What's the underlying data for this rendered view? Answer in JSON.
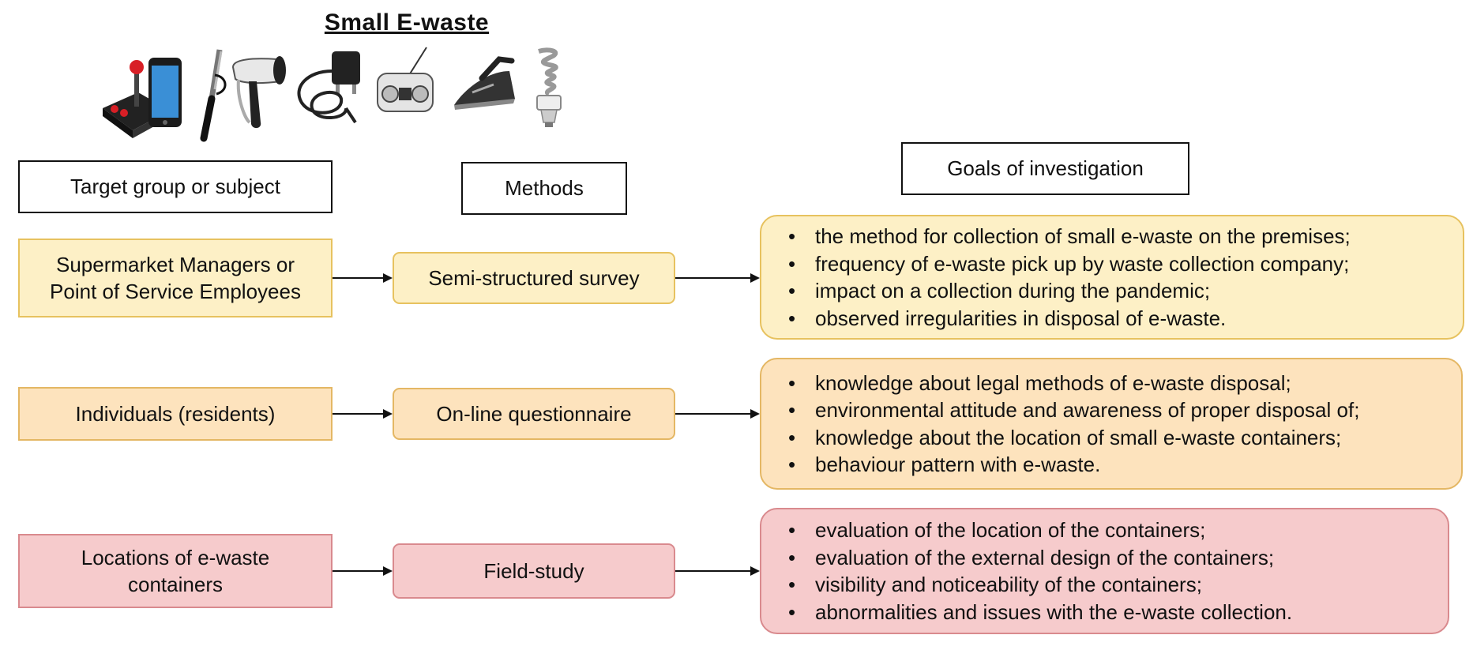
{
  "title": "Small E-waste",
  "icons": [
    "joystick-icon",
    "smartphone-icon",
    "curling-iron-icon",
    "hair-dryer-icon",
    "charger-icon",
    "radio-cassette-icon",
    "clothes-iron-icon",
    "cfl-bulb-icon"
  ],
  "headers": {
    "target": "Target group or subject",
    "methods": "Methods",
    "goals": "Goals of investigation"
  },
  "rows": [
    {
      "target_lines": [
        "Supermarket Managers or",
        "Point of Service Employees"
      ],
      "method": "Semi-structured survey",
      "goals": [
        "the method for collection of small e-waste on the premises;",
        "frequency of e-waste pick up by waste collection company;",
        "impact on a collection during the pandemic;",
        "observed irregularities in disposal of e-waste."
      ]
    },
    {
      "target_lines": [
        "Individuals (residents)"
      ],
      "method": "On-line questionnaire",
      "goals": [
        "knowledge about legal methods of e-waste disposal;",
        "environmental attitude and awareness of proper disposal of;",
        "knowledge about the location of small e-waste containers;",
        "behaviour pattern with e-waste."
      ]
    },
    {
      "target_lines": [
        "Locations of e-waste",
        "containers"
      ],
      "method": "Field-study",
      "goals": [
        "evaluation of the location of the containers;",
        "evaluation of the external design of the containers;",
        "visibility and noticeability of the containers;",
        "abnormalities and issues with the e-waste collection."
      ]
    }
  ]
}
